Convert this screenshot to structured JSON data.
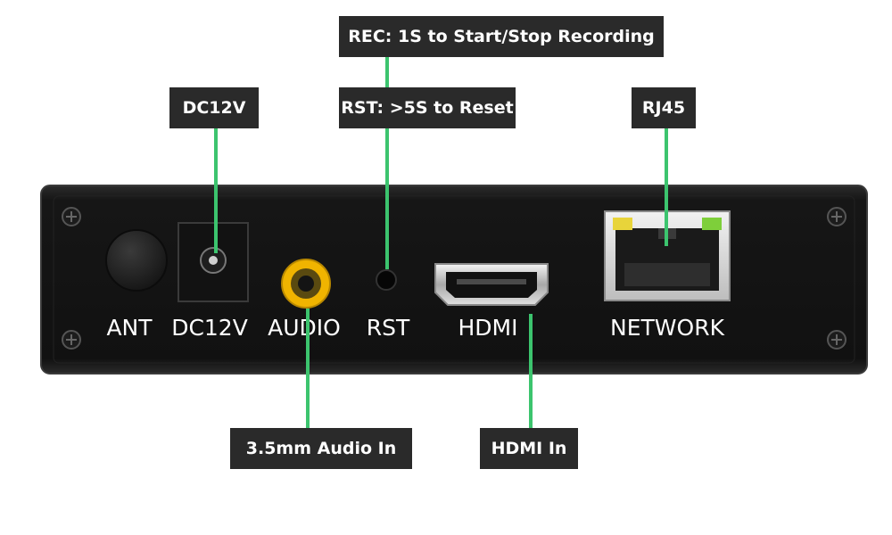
{
  "callouts": {
    "rec": "REC: 1S to Start/Stop Recording",
    "rst": "RST: >5S to Reset",
    "dc": "DC12V",
    "rj45": "RJ45",
    "audio_in": "3.5mm Audio In",
    "hdmi_in": "HDMI In"
  },
  "panel_labels": {
    "ant": "ANT",
    "dc": "DC12V",
    "audio": "AUDIO",
    "rst": "RST",
    "hdmi": "HDMI",
    "network": "NETWORK"
  },
  "colors": {
    "connector": "#3cc46e",
    "callout_bg": "#2a2a2a",
    "panel": "#141414",
    "audio_jack": "#f0b400",
    "led_left": "#e8d43a",
    "led_right": "#7ecf3a"
  }
}
